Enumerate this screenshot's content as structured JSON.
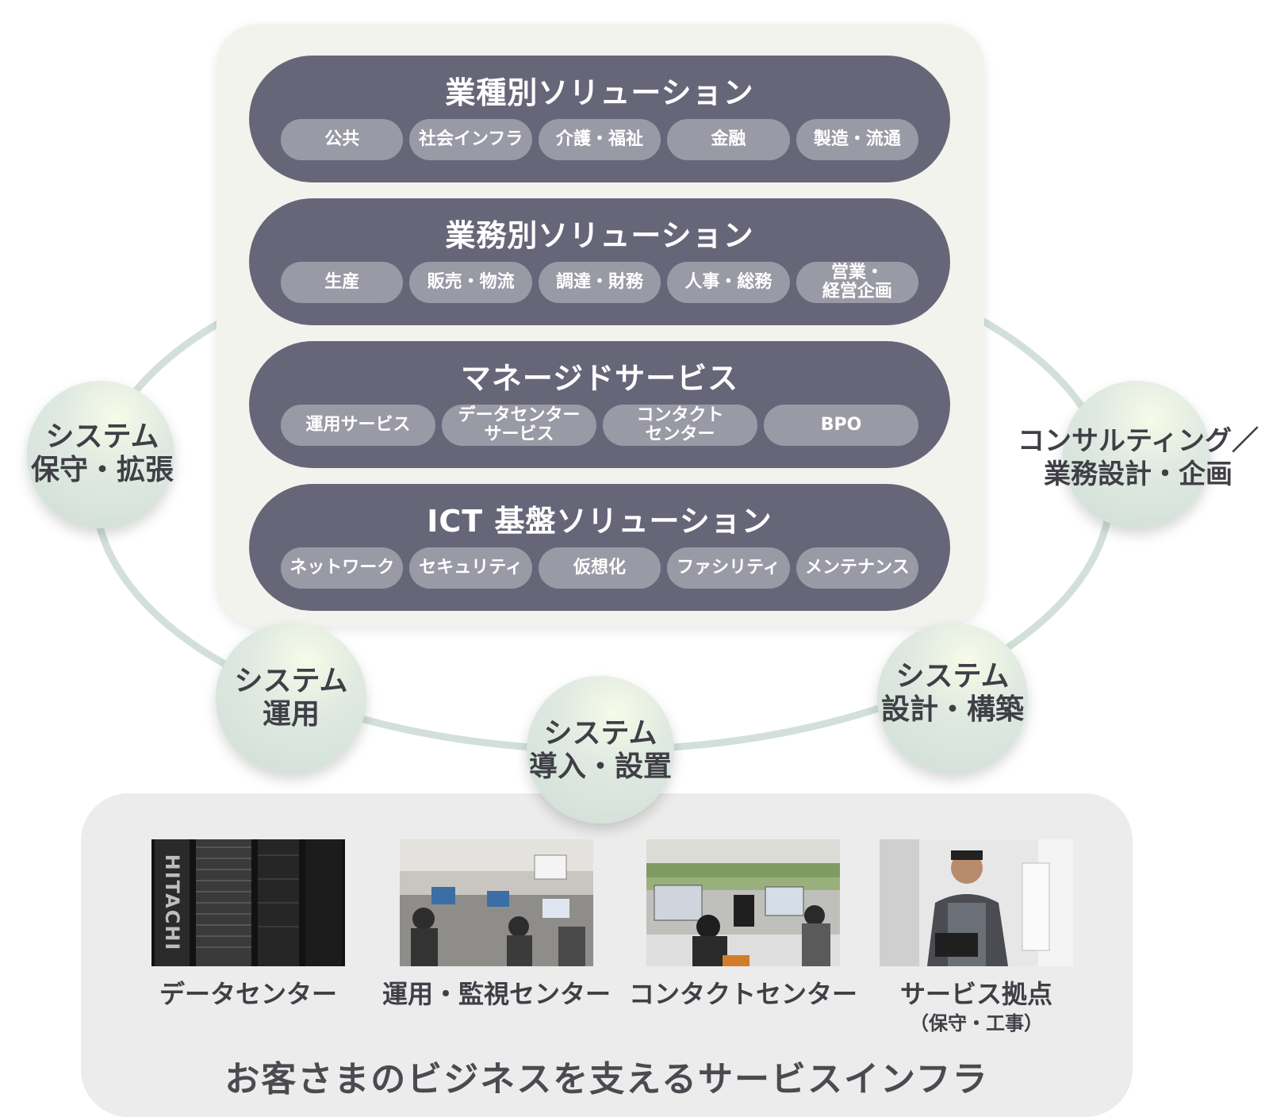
{
  "bands": [
    {
      "title": "業種別ソリューション",
      "items": [
        "公共",
        "社会インフラ",
        "介護・福祉",
        "金融",
        "製造・流通"
      ]
    },
    {
      "title": "業務別ソリューション",
      "items": [
        "生産",
        "販売・物流",
        "調達・財務",
        "人事・総務",
        "営業・\n経営企画"
      ]
    },
    {
      "title": "マネージドサービス",
      "items": [
        "運用サービス",
        "データセンター\nサービス",
        "コンタクト\nセンター",
        "BPO"
      ]
    },
    {
      "title": "ICT 基盤ソリューション",
      "items": [
        "ネットワーク",
        "セキュリティ",
        "仮想化",
        "ファシリティ",
        "メンテナンス"
      ]
    }
  ],
  "cycle": {
    "maintenance": "システム\n保守・拡張",
    "consulting": "コンサルティング／\n業務設計・企画",
    "operation": "システム\n運用",
    "installation": "システム\n導入・設置",
    "design": "システム\n設計・構築"
  },
  "infrastructure": {
    "title": "お客さまのビジネスを支えるサービスインフラ",
    "photos": [
      {
        "label": "データセンター",
        "brand": "HITACHI"
      },
      {
        "label": "運用・監視センター"
      },
      {
        "label": "コンタクトセンター"
      },
      {
        "label": "サービス拠点",
        "sub": "（保守・工事）"
      }
    ]
  },
  "colors": {
    "band": "#676679",
    "pill": "#9a9aa6",
    "panel": "#f3f3ee",
    "ring": "#d3e0d9",
    "infra_bg": "#ececec"
  }
}
